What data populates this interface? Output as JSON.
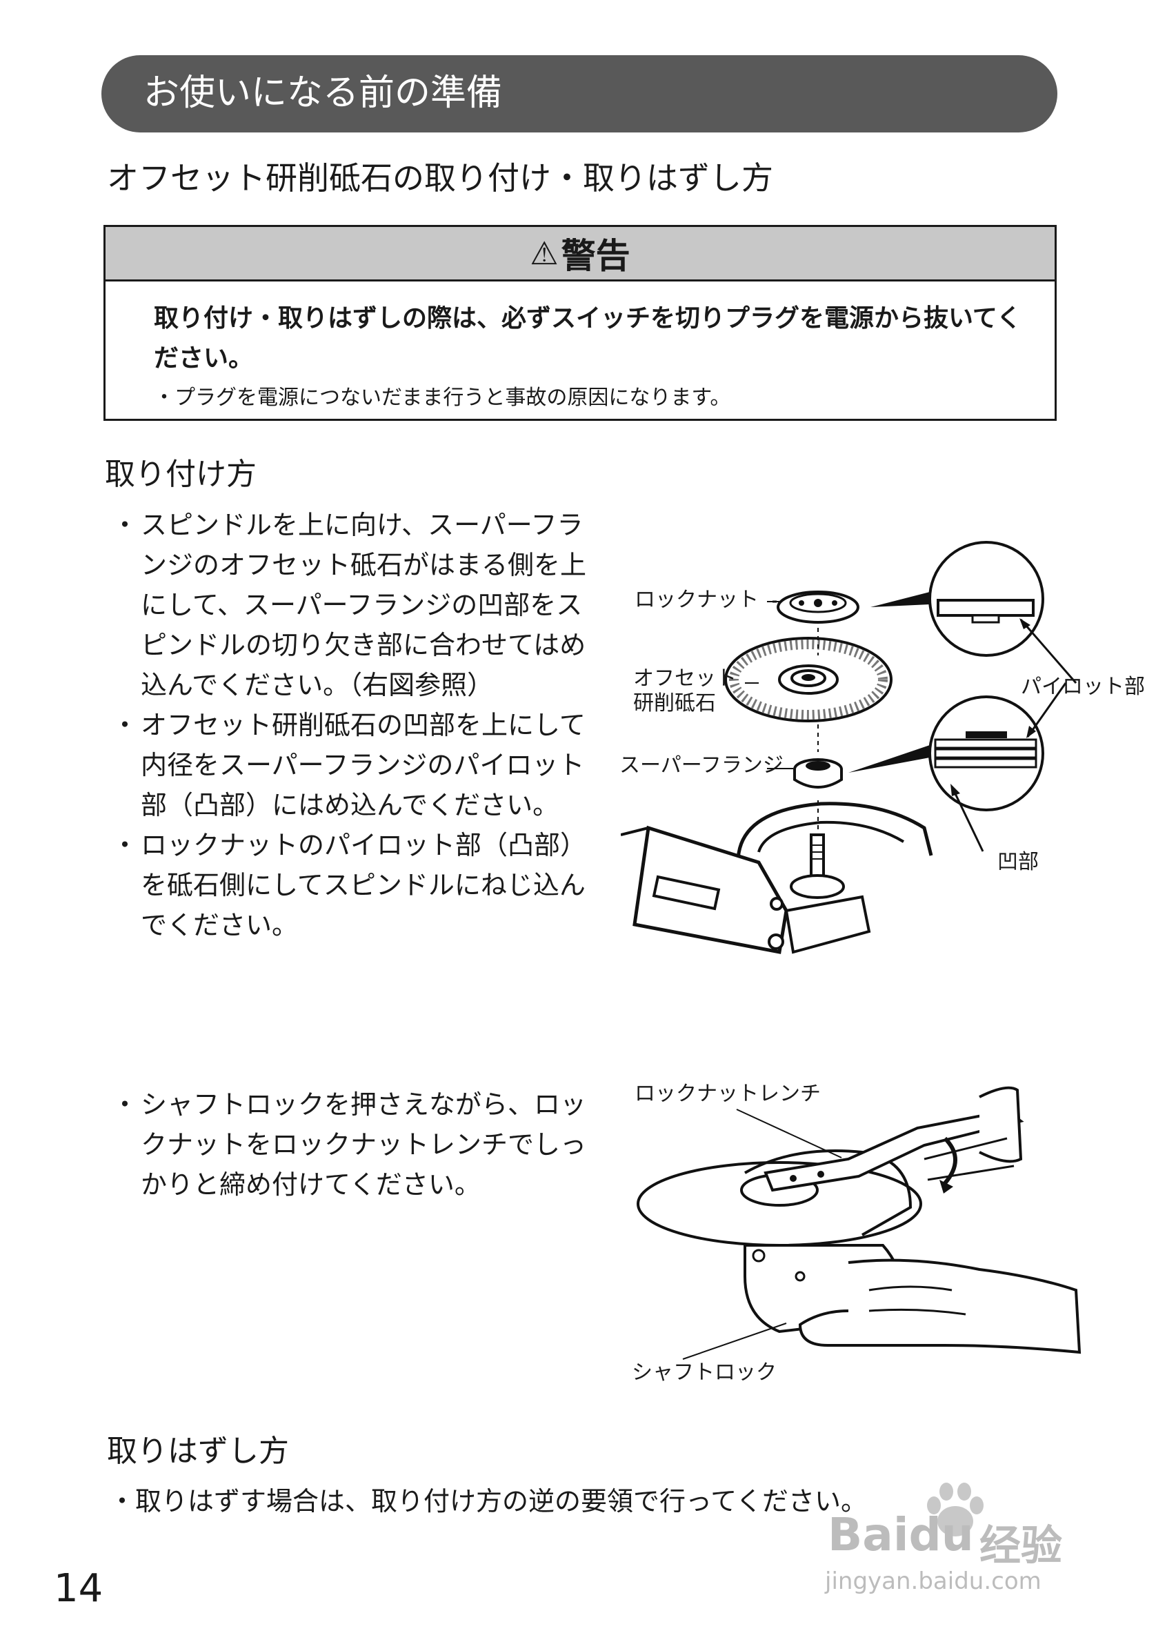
{
  "header": {
    "title": "お使いになる前の準備"
  },
  "section": {
    "title": "オフセット研削砥石の取り付け・取りはずし方"
  },
  "warning": {
    "symbol": "⚠",
    "title": "警告",
    "body": "取り付け・取りはずしの際は、必ずスイッチを切りプラグを電源から抜いてください。",
    "note": "・プラグを電源につないだまま行うと事故の原因になります。"
  },
  "install": {
    "heading": "取り付け方",
    "items": [
      "スピンドルを上に向け、スーパーフランジのオフセット砥石がはまる側を上にして、スーパーフランジの凹部をスピンドルの切り欠き部に合わせてはめ込んでください。（右図参照）",
      "オフセット研削砥石の凹部を上にして内径をスーパーフランジのパイロット部（凸部）にはめ込んでください。",
      "ロックナットのパイロット部（凸部）を砥石側にしてスピンドルにねじ込んでください。"
    ],
    "tighten": "シャフトロックを押さえながら、ロックナットをロックナットレンチでしっかりと締め付けてください。"
  },
  "figure1": {
    "lock_nut": "ロックナット",
    "offset_wheel_1": "オフセット",
    "offset_wheel_2": "研削砥石",
    "super_flange": "スーパーフランジ",
    "pilot": "パイロット部",
    "recess": "凹部"
  },
  "figure2": {
    "wrench": "ロックナットレンチ",
    "shaft_lock": "シャフトロック"
  },
  "removal": {
    "heading": "取りはずし方",
    "text": "・取りはずす場合は、取り付け方の逆の要領で行ってください。"
  },
  "page_number": "14",
  "watermark": {
    "brand": "Baidu",
    "brand_cn": "经验",
    "url": "jingyan.baidu.com"
  }
}
